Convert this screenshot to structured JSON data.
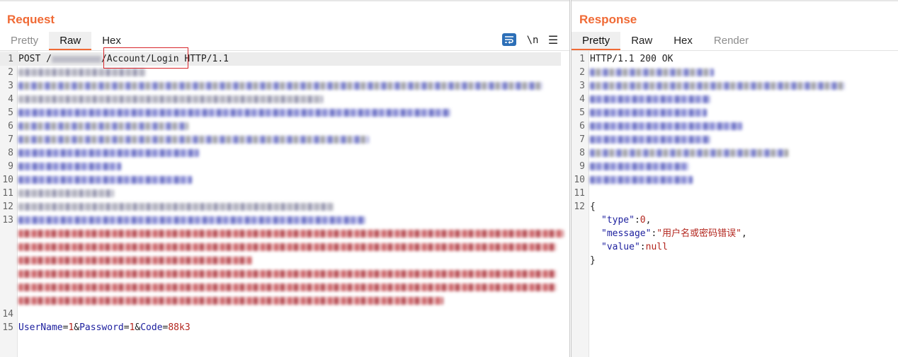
{
  "request": {
    "title": "Request",
    "tabs": [
      "Pretty",
      "Raw",
      "Hex"
    ],
    "active_tab": "Raw",
    "toolbar": {
      "wrap_icon": "wrap-lines-icon",
      "newline_label": "\\n",
      "menu_label": "☰"
    },
    "line_numbers": [
      "1",
      "2",
      "3",
      "4",
      "5",
      "6",
      "7",
      "8",
      "9",
      "10",
      "11",
      "12",
      "13",
      "14",
      "15"
    ],
    "line1": {
      "method": "POST",
      "slash": "/",
      "path": "/Account/Login",
      "version": "HTTP/1.1"
    },
    "body": {
      "k1": "UserName",
      "v1": "1",
      "sep1": "&",
      "k2": "Password",
      "v2": "1",
      "sep2": "&",
      "k3": "Code",
      "v3": "88k3",
      "eq": "="
    }
  },
  "response": {
    "title": "Response",
    "tabs": [
      "Pretty",
      "Raw",
      "Hex",
      "Render"
    ],
    "active_tab": "Pretty",
    "line_numbers": [
      "1",
      "2",
      "3",
      "4",
      "5",
      "6",
      "7",
      "8",
      "9",
      "10",
      "11",
      "12"
    ],
    "status_line": "HTTP/1.1 200 OK",
    "json": {
      "open": "{",
      "close": "}",
      "type_key": "\"type\"",
      "type_val": "0",
      "message_key": "\"message\"",
      "message_val": "\"用户名或密码错误\"",
      "value_key": "\"value\"",
      "value_val": "null",
      "colon": ":",
      "comma": ","
    }
  },
  "colors": {
    "accent": "#f06a35",
    "highlight": "#d8262b",
    "key": "#1c1f9e",
    "value": "#b3261e"
  }
}
